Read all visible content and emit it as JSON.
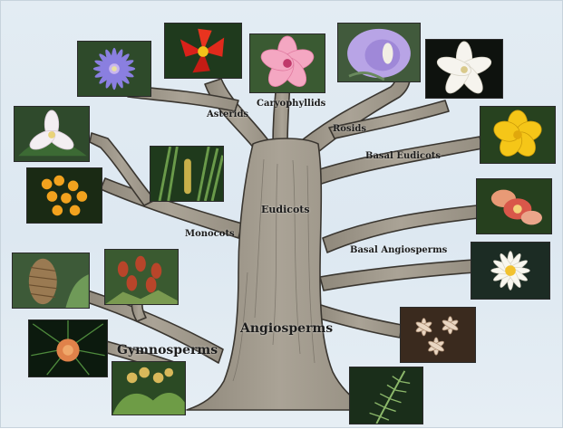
{
  "diagram": {
    "labels": {
      "asterids": "Asterids",
      "caryophyllids": "Caryophyllids",
      "rosids": "Rosids",
      "basal_eudicots": "Basal Eudicots",
      "eudicots": "Eudicots",
      "monocots": "Monocots",
      "basal_angiosperms": "Basal Angiosperms",
      "angiosperms": "Angiosperms",
      "gymnosperms": "Gymnosperms"
    },
    "colors": {
      "background": "#e3ecf3",
      "trunk": "#a19a8c",
      "trunk_outline": "#3a3630"
    }
  }
}
